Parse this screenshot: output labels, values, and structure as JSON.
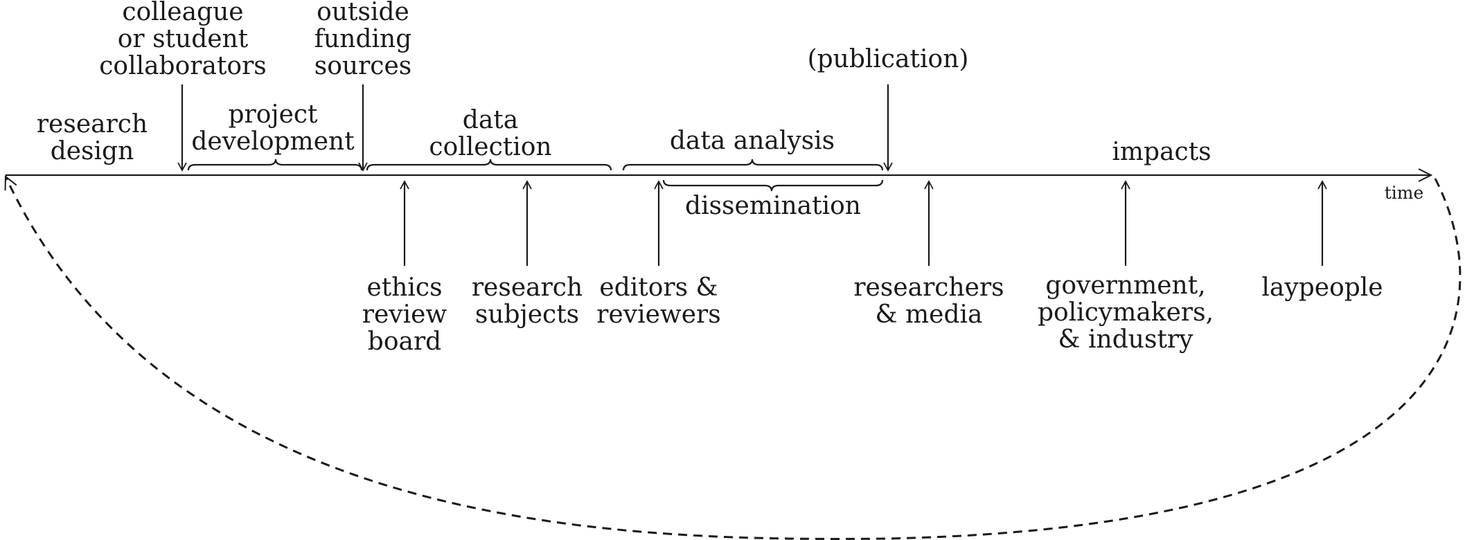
{
  "stages": {
    "research_design": "research\ndesign",
    "project_development": "project\ndevelopment",
    "data_collection": "data\ncollection",
    "data_analysis": "data analysis",
    "dissemination": "dissemination",
    "impacts": "impacts"
  },
  "inputs_above": {
    "collaborators": "colleague\nor student\ncollaborators",
    "funding": "outside\nfunding\nsources",
    "publication": "(publication)"
  },
  "inputs_below": {
    "ethics": "ethics\nreview\nboard",
    "subjects": "research\nsubjects",
    "editors": "editors &\nreviewers",
    "researchers_media": "researchers\n& media",
    "government": "government,\npolicymakers,\n& industry",
    "laypeople": "laypeople"
  },
  "axis": {
    "label": "time"
  },
  "colors": {
    "ink": "#1a1a1a",
    "background": "#ffffff"
  }
}
